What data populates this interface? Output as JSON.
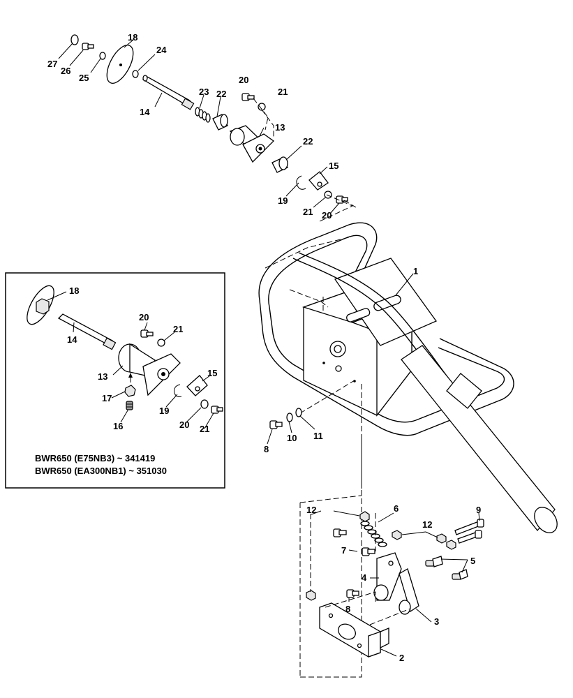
{
  "labels": {
    "top": {
      "p27": "27",
      "p26": "26",
      "p25": "25",
      "p18": "18",
      "p24": "24",
      "p14": "14",
      "p23": "23",
      "p22a": "22",
      "p20a": "20",
      "p21a": "21",
      "p13": "13",
      "p22b": "22",
      "p15": "15",
      "p19": "19",
      "p21b": "21",
      "p20b": "20"
    },
    "inset": {
      "p18": "18",
      "p20": "20",
      "p21a": "21",
      "p14": "14",
      "p15": "15",
      "p13": "13",
      "p17": "17",
      "p19": "19",
      "p20b": "20",
      "p21b": "21",
      "p16": "16"
    },
    "main": {
      "p1": "1",
      "p8a": "8",
      "p10": "10",
      "p11": "11"
    },
    "bottom": {
      "p12a": "12",
      "p6": "6",
      "p9": "9",
      "p12b": "12",
      "p7": "7",
      "p5": "5",
      "p4": "4",
      "p8b": "8",
      "p3": "3",
      "p2": "2"
    }
  },
  "notes": {
    "line1": "BWR650 (E75NB3)   ~ 341419",
    "line2": "BWR650 (EA300NB1)  ~ 351030"
  }
}
